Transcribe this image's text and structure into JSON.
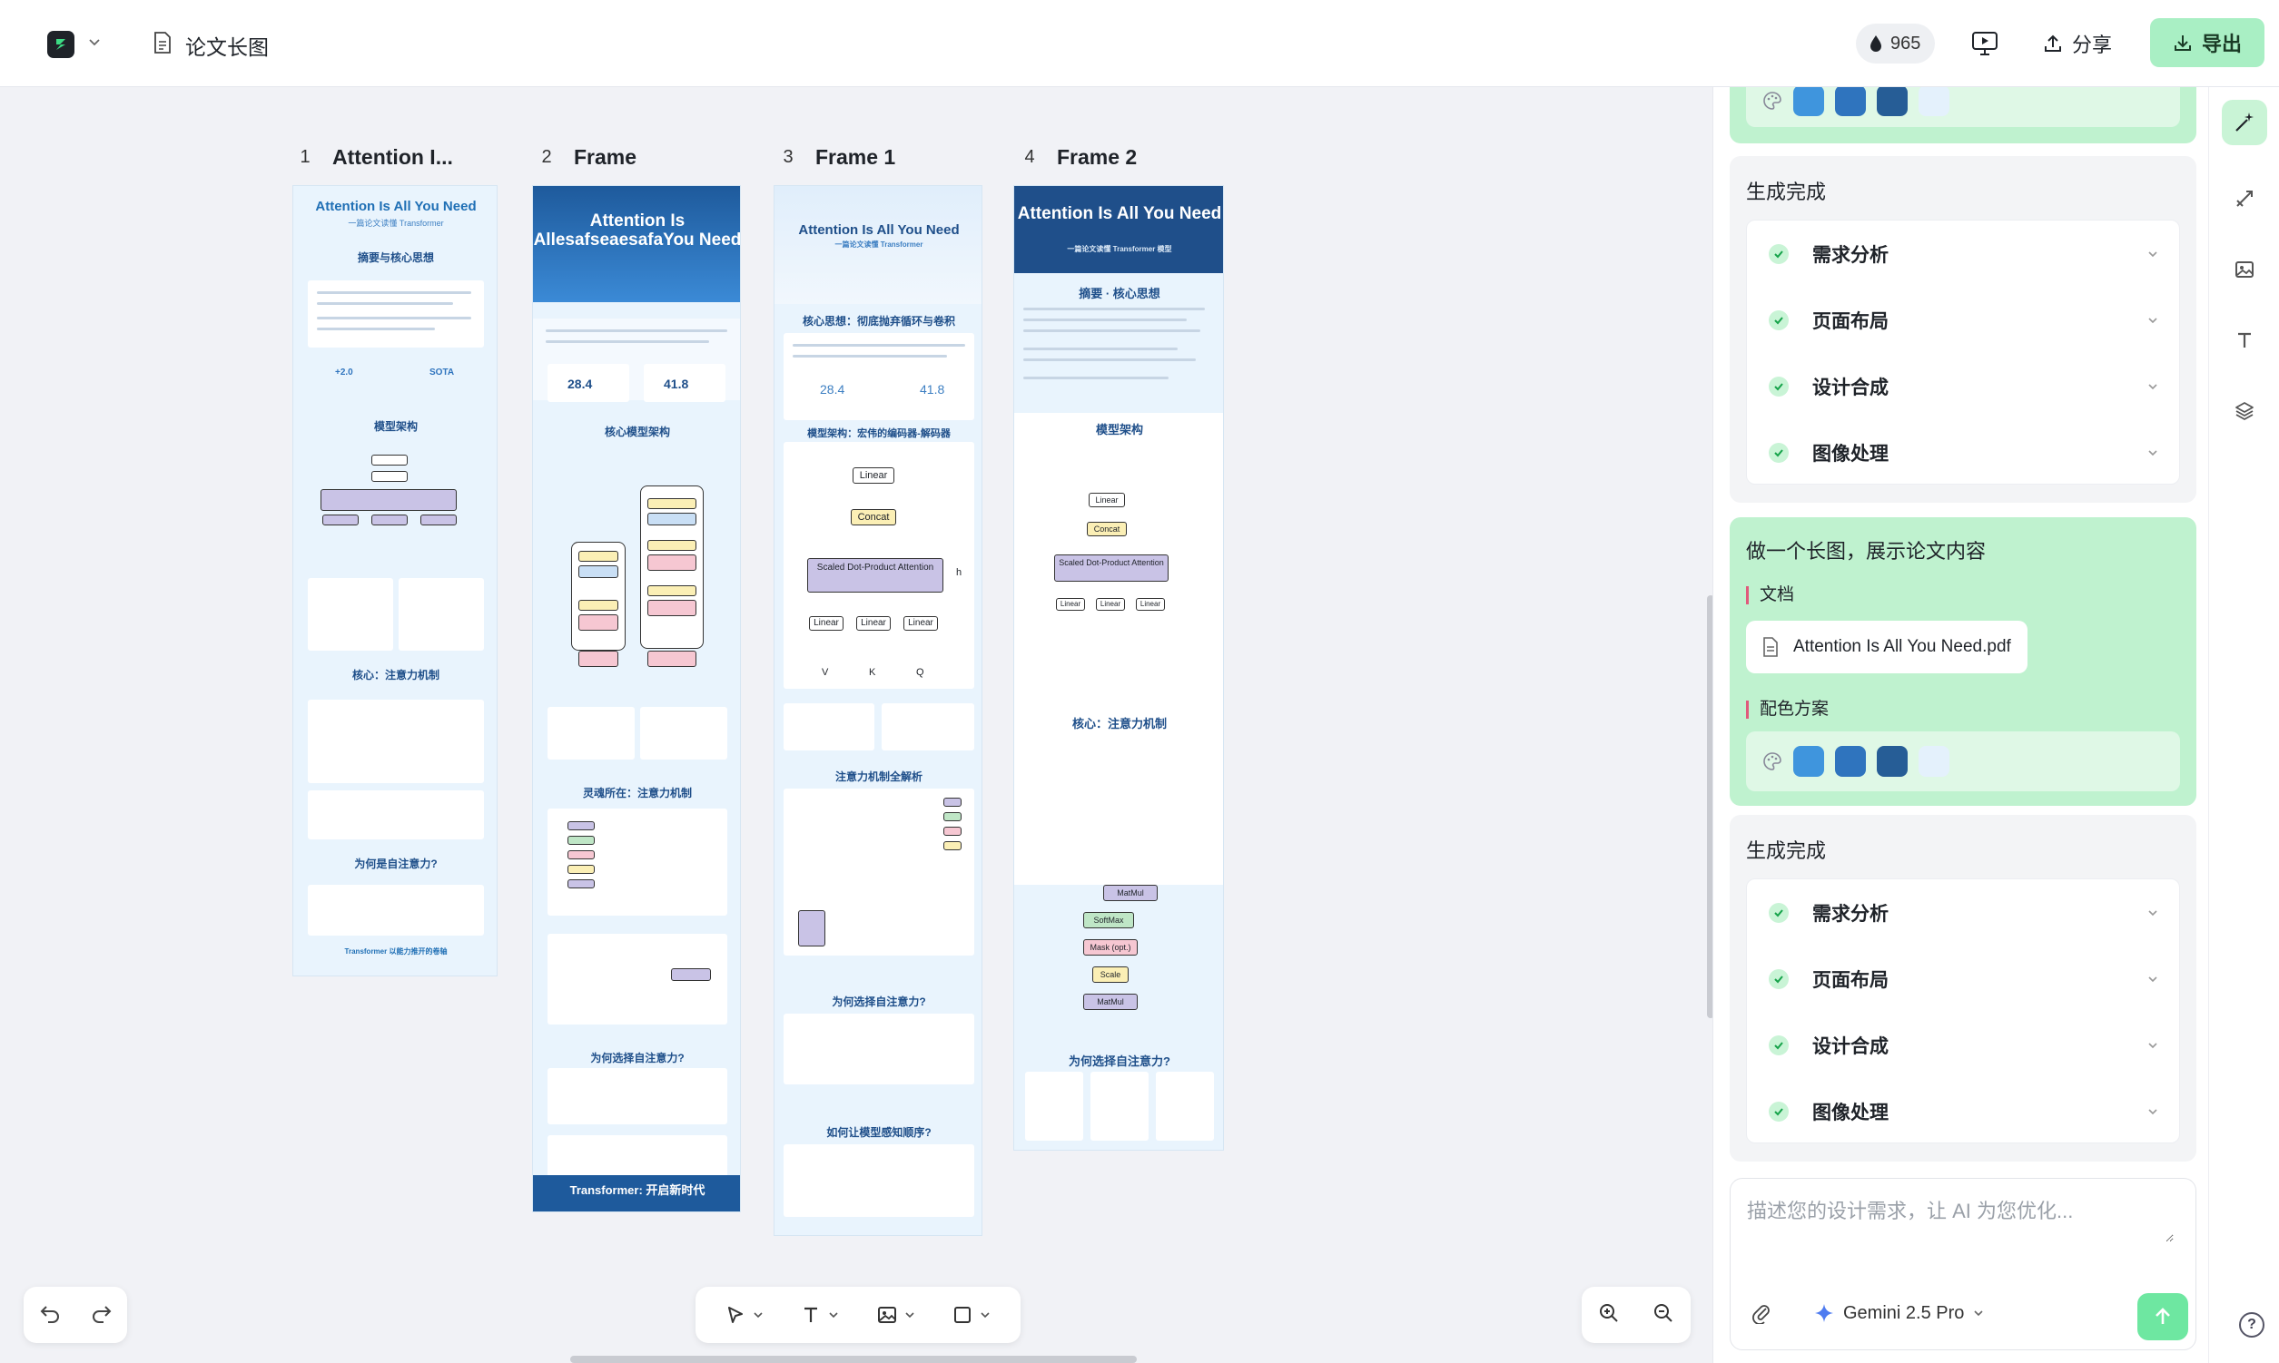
{
  "header": {
    "doc_title": "论文长图",
    "credits": "965",
    "share_label": "分享",
    "export_label": "导出"
  },
  "frames": [
    {
      "index": "1",
      "name": "Attention I...",
      "title": "Attention Is All You Need",
      "subtitle": "一篇论文读懂 Transformer",
      "section1": "摘要与核心思想",
      "section2": "模型架构",
      "section3": "核心：注意力机制",
      "section4": "为何是自注意力?",
      "footer": "Transformer 以能力推开的卷轴"
    },
    {
      "index": "2",
      "name": "Frame",
      "title": "Attention Is AllesafseaesafaYou Need",
      "subtitle": "一篇论文读懂 Transformer 模型原理",
      "stat1": "28.4",
      "stat2": "41.8",
      "section1": "核心模型架构",
      "section2": "灵魂所在：注意力机制",
      "section3": "为何选择自注意力?",
      "footer": "Transformer: 开启新时代"
    },
    {
      "index": "3",
      "name": "Frame 1",
      "title": "Attention Is All You Need",
      "subtitle": "一篇论文读懂 Transformer",
      "section1": "核心思想：彻底抛弃循环与卷积",
      "stat1": "28.4",
      "stat2": "41.8",
      "section2": "模型架构：宏伟的编码器-解码器",
      "section3": "注意力机制全解析",
      "section4": "为何选择自注意力?",
      "section5": "如何让模型感知顺序?"
    },
    {
      "index": "4",
      "name": "Frame 2",
      "title": "Attention Is All You Need",
      "subtitle": "一篇论文读懂 Transformer 模型",
      "section1": "摘要 · 核心思想",
      "section2": "模型架构",
      "section3": "核心：注意力机制",
      "section4": "为何选择自注意力?"
    }
  ],
  "diagram": {
    "linear": "Linear",
    "concat": "Concat",
    "sdpa": "Scaled Dot-Product Attention",
    "h": "h",
    "v": "V",
    "k": "K",
    "q": "Q",
    "matmul": "MatMul",
    "softmax": "SoftMax",
    "mask": "Mask (opt.)",
    "scale": "Scale"
  },
  "panel": {
    "gen1": {
      "title": "生成完成",
      "steps": [
        "需求分析",
        "页面布局",
        "设计合成",
        "图像处理"
      ]
    },
    "prompt": {
      "title": "做一个长图，展示论文内容",
      "doc_label": "文档",
      "file_name": "Attention Is All You Need.pdf",
      "palette_label": "配色方案"
    },
    "gen2": {
      "title": "生成完成",
      "steps": [
        "需求分析",
        "页面布局",
        "设计合成",
        "图像处理"
      ]
    },
    "composer": {
      "placeholder": "描述您的设计需求，让 AI 为您优化...",
      "model": "Gemini 2.5 Pro"
    }
  },
  "palette": [
    "#3f95dd",
    "#2f74be",
    "#265d96",
    "#e4f1fc"
  ],
  "icons": {
    "logo": "app-logo-icon",
    "document": "document-icon",
    "credits": "drop-icon",
    "present": "present-icon",
    "share": "upload-icon",
    "export": "download-icon"
  }
}
